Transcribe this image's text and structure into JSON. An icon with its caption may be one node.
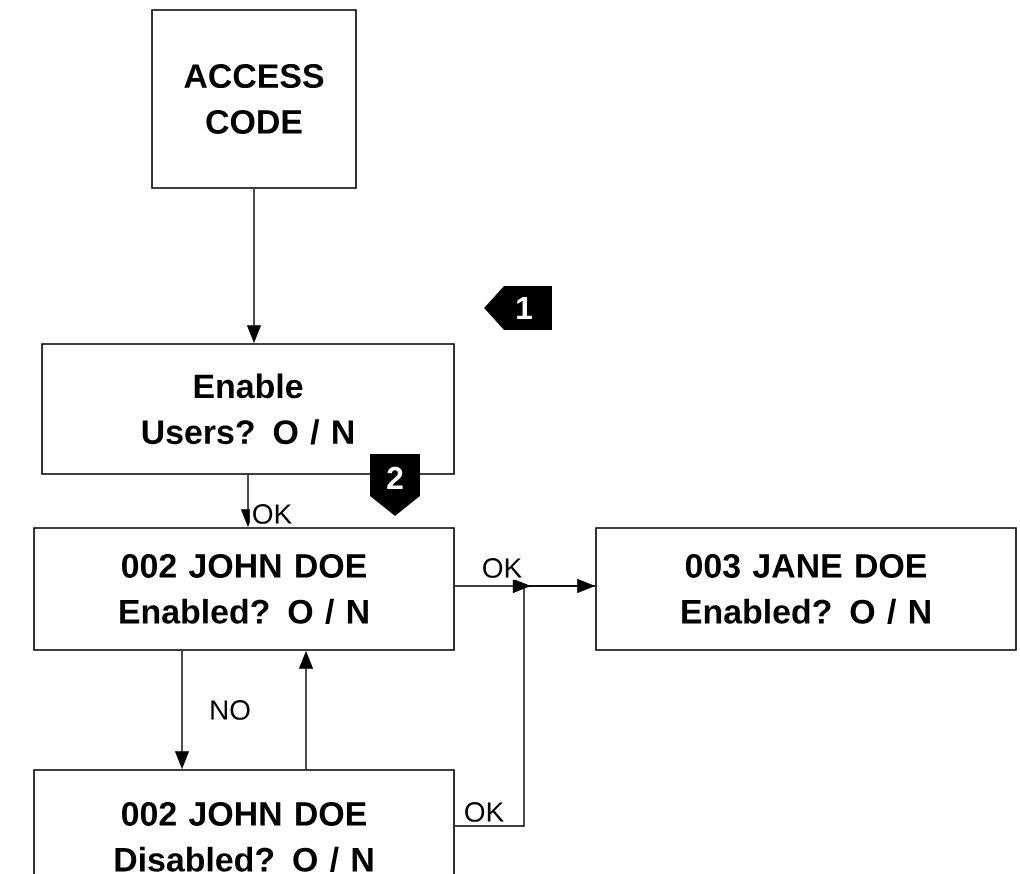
{
  "diagram": {
    "nodes": [
      {
        "text": [
          "ACCESS CODE"
        ]
      },
      {
        "text": [
          "Enable Users? O / N"
        ]
      },
      {
        "text": [
          "002 JOHN DOE Enabled? O / N"
        ]
      },
      {
        "text": [
          "003 JANE DOE Enabled? O / N"
        ]
      },
      {
        "text": [
          "002 JOHN DOE Disabled? O / N"
        ]
      }
    ],
    "edges": [
      {
        "from": 0,
        "to": 1,
        "arrow": "to"
      },
      {
        "from": 1,
        "to": 2,
        "arrow": "to",
        "label": "OK"
      },
      {
        "from": 2,
        "to": 3,
        "arrow": "to",
        "label": "OK"
      },
      {
        "from": 2,
        "to": 4,
        "arrow": "to",
        "label": "NO"
      },
      {
        "from": 4,
        "to": 2,
        "arrow": "to"
      },
      {
        "from": 4,
        "to": 3,
        "arrow": "to",
        "label": "OK"
      }
    ],
    "labels": [
      "1",
      "2"
    ]
  }
}
